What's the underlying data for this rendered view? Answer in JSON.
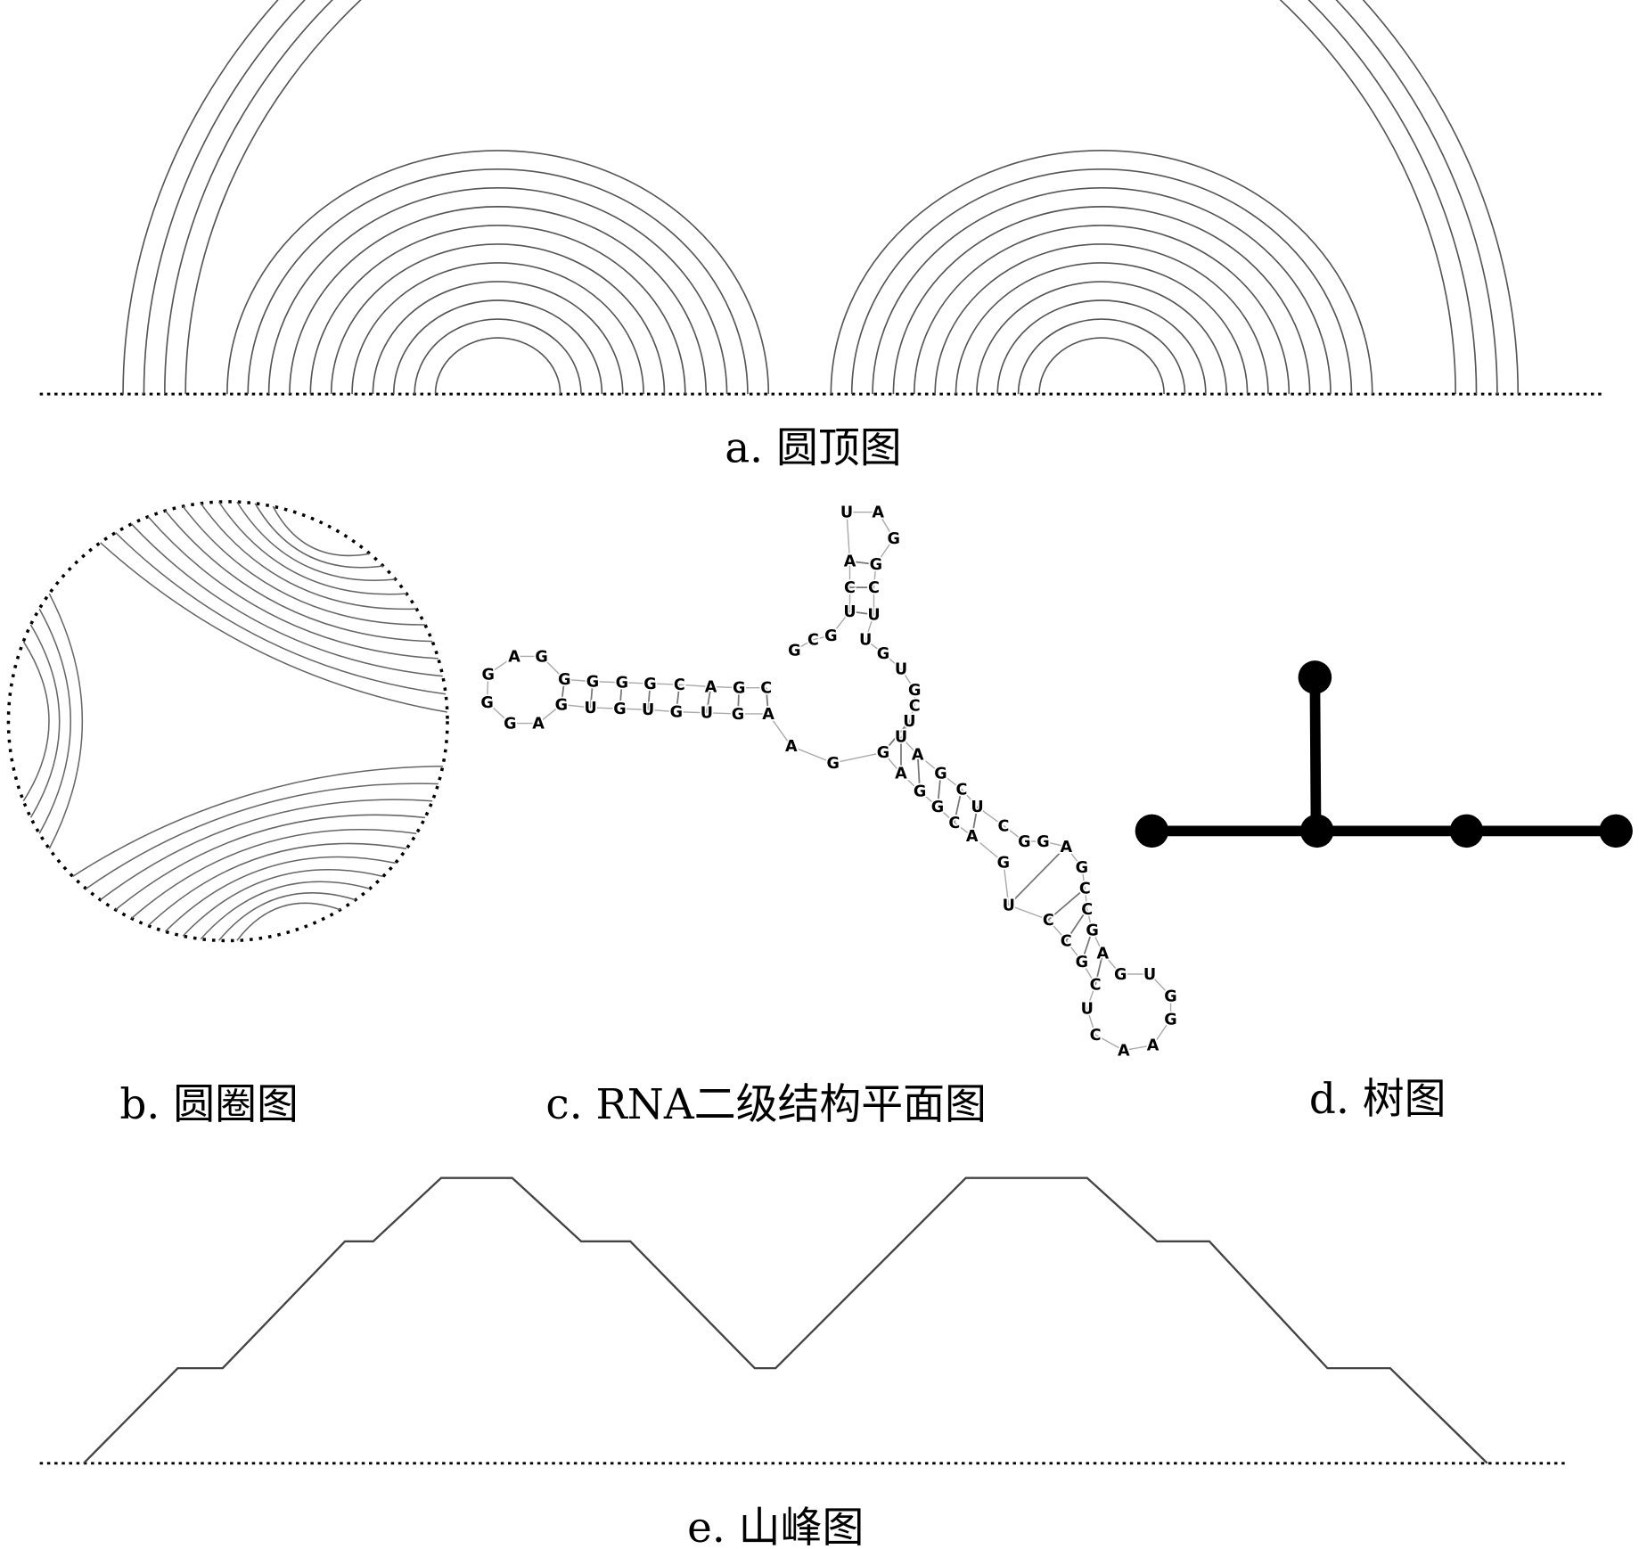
{
  "captions": {
    "a": "a. 圆顶图",
    "b": "b. 圆圈图",
    "c": "c. RNA二级结构平面图",
    "d": "d. 树图",
    "e": "e. 山峰图"
  },
  "structure": {
    "length": 76,
    "pairs": [
      [
        4,
        71
      ],
      [
        5,
        70
      ],
      [
        6,
        69
      ],
      [
        7,
        68
      ],
      [
        9,
        35
      ],
      [
        10,
        34
      ],
      [
        11,
        33
      ],
      [
        12,
        32
      ],
      [
        13,
        31
      ],
      [
        14,
        30
      ],
      [
        15,
        29
      ],
      [
        16,
        28
      ],
      [
        17,
        27
      ],
      [
        18,
        26
      ],
      [
        19,
        25
      ],
      [
        38,
        64
      ],
      [
        39,
        63
      ],
      [
        40,
        62
      ],
      [
        41,
        61
      ],
      [
        42,
        60
      ],
      [
        43,
        59
      ],
      [
        44,
        58
      ],
      [
        45,
        57
      ],
      [
        46,
        56
      ],
      [
        47,
        55
      ],
      [
        48,
        54
      ]
    ]
  },
  "rna": {
    "letters": [
      "C",
      "G",
      "A",
      "C",
      "G",
      "G",
      "G",
      "G",
      "G",
      "A",
      "G",
      "G",
      "G",
      "A",
      "G",
      "U",
      "G",
      "U",
      "G",
      "U",
      "G",
      "A",
      "A",
      "G",
      "G",
      "A",
      "G",
      "G",
      "C",
      "A",
      "G",
      "U",
      "C",
      "C",
      "G",
      "C",
      "U",
      "C",
      "A",
      "A",
      "G",
      "G",
      "U",
      "G",
      "A",
      "G",
      "C",
      "C",
      "G",
      "A",
      "G",
      "G",
      "C",
      "U",
      "C",
      "G",
      "A",
      "U",
      "U",
      "C",
      "G",
      "U",
      "G",
      "U",
      "U",
      "C",
      "G",
      "G",
      "A",
      "U",
      "A",
      "C",
      "U",
      "G",
      "C",
      "G"
    ]
  },
  "tree": {
    "nodes": 5
  },
  "mountain": {
    "heights": [
      0,
      3,
      3,
      7,
      7,
      9,
      9,
      7,
      7,
      3,
      3,
      9,
      9,
      7,
      7,
      3,
      3,
      0
    ]
  }
}
